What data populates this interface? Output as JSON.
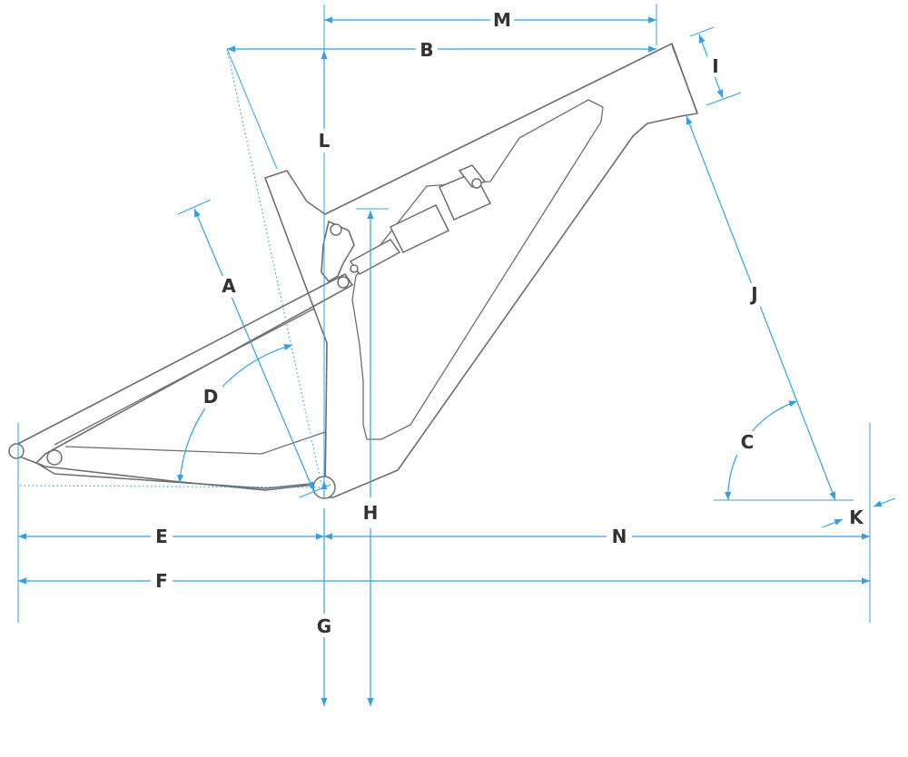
{
  "diagram": {
    "accent_color": "#33a0e6",
    "frame_color": "#6e6e6e",
    "label_color": "#333333",
    "labels": {
      "A": "A",
      "B": "B",
      "C": "C",
      "D": "D",
      "E": "E",
      "F": "F",
      "G": "G",
      "H": "H",
      "I": "I",
      "J": "J",
      "K": "K",
      "L": "L",
      "M": "M",
      "N": "N"
    }
  }
}
